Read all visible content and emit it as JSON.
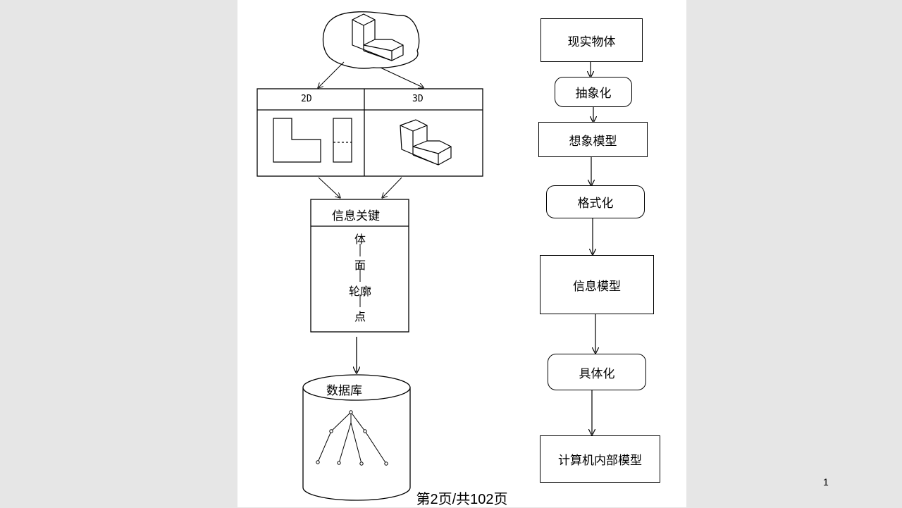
{
  "left": {
    "view2d": "2D",
    "view3d": "3D",
    "key_title": "信息关键",
    "hierarchy": [
      "体",
      "面",
      "轮廓",
      "点"
    ],
    "database": "数据库"
  },
  "right": {
    "steps": [
      "现实物体",
      "抽象化",
      "想象模型",
      "格式化",
      "信息模型",
      "具体化",
      "计算机内部模型"
    ]
  },
  "footer": "第2页/共102页",
  "page_number": "1"
}
